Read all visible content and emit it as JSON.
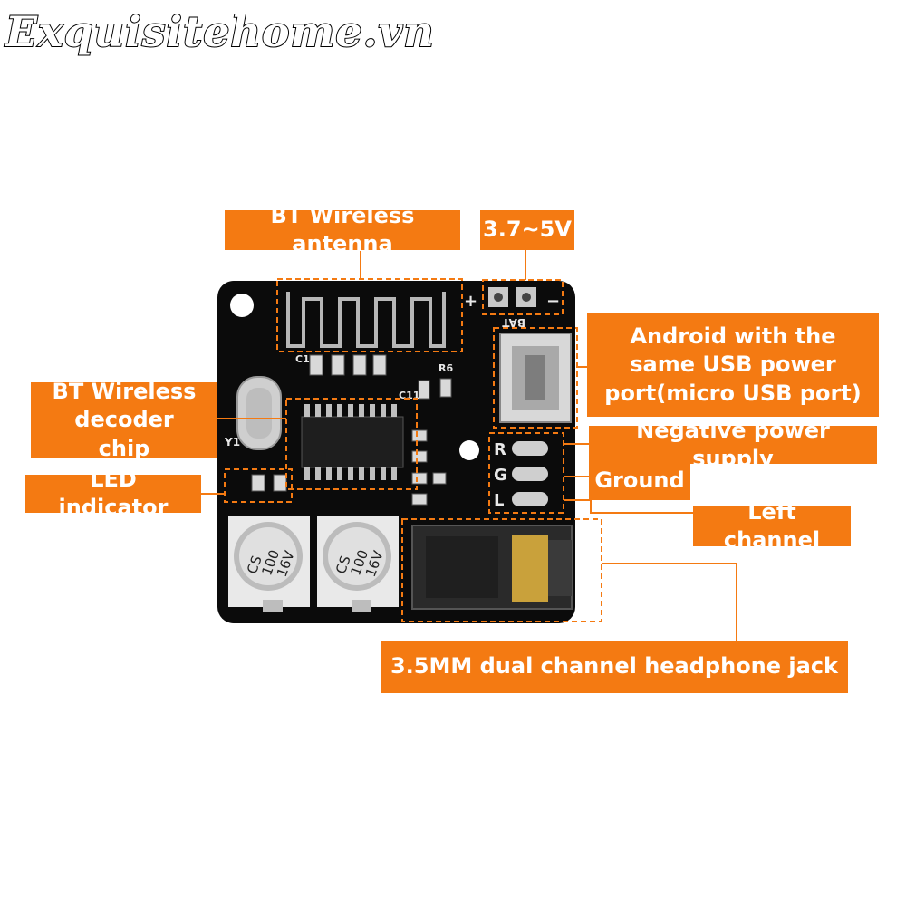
{
  "watermark": "Exquisitehome.vn",
  "labels": {
    "antenna": "BT Wireless antenna",
    "voltage": "3.7~5V",
    "usb": "Android with the same USB power port(micro USB port)",
    "decoder": "BT Wireless decoder chip",
    "negative": "Negative power supply",
    "ground": "Ground",
    "led": "LED indicator",
    "left_channel": "Left channel",
    "jack": "3.5MM dual channel headphone jack"
  },
  "silkscreen": {
    "plus": "+",
    "minus": "−",
    "bat": "BAT",
    "r": "R",
    "g": "G",
    "l": "L",
    "y1": "Y1",
    "c1": "C1",
    "c11": "C11",
    "r6": "R6",
    "cap1": [
      "CS",
      "100",
      "16V"
    ],
    "cap2": [
      "CS",
      "100",
      "16V"
    ]
  },
  "colors": {
    "accent": "#f47a12",
    "board": "#0b0b0b",
    "silk": "#e8e8e8"
  }
}
